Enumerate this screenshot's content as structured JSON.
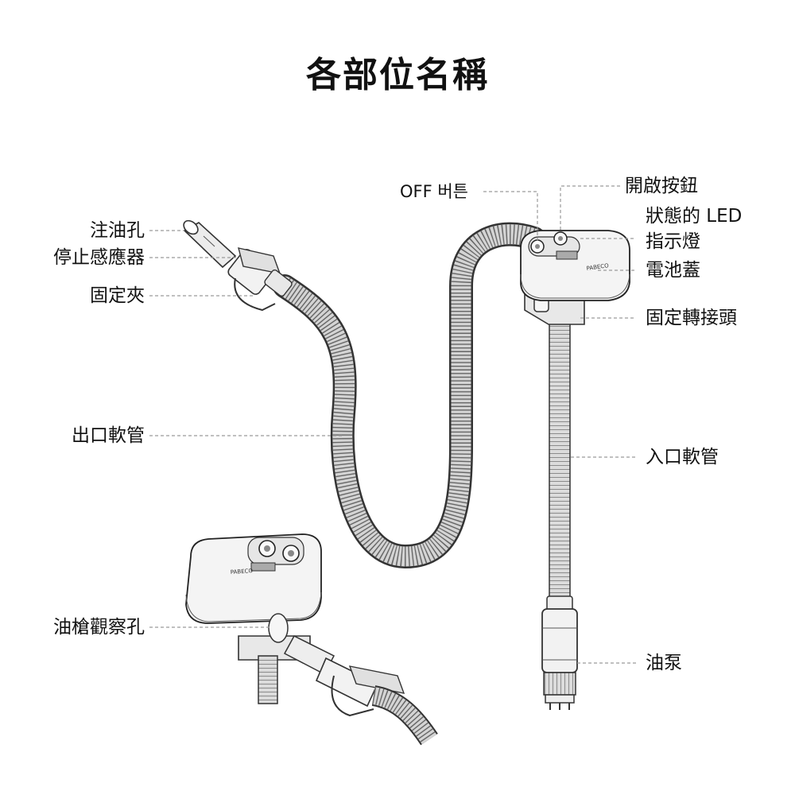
{
  "title": "各部位名稱",
  "labels": {
    "fuel_inlet": "注油孔",
    "stop_sensor": "停止感應器",
    "clip": "固定夾",
    "outlet_hose": "出口軟管",
    "nozzle_window": "油槍觀察孔",
    "off_button": "OFF 버튼",
    "start_button": "開啟按鈕",
    "status_led_line1": "狀態的 LED",
    "status_led_line2": "指示燈",
    "battery_cover": "電池蓋",
    "adapter": "固定轉接頭",
    "inlet_hose": "入口軟管",
    "pump": "油泵"
  },
  "device_brand": "PABECO",
  "colors": {
    "line": "#222222",
    "leader": "#9a9a9a",
    "hose_fill": "#d6d6d6",
    "body_fill": "#f4f4f4"
  }
}
